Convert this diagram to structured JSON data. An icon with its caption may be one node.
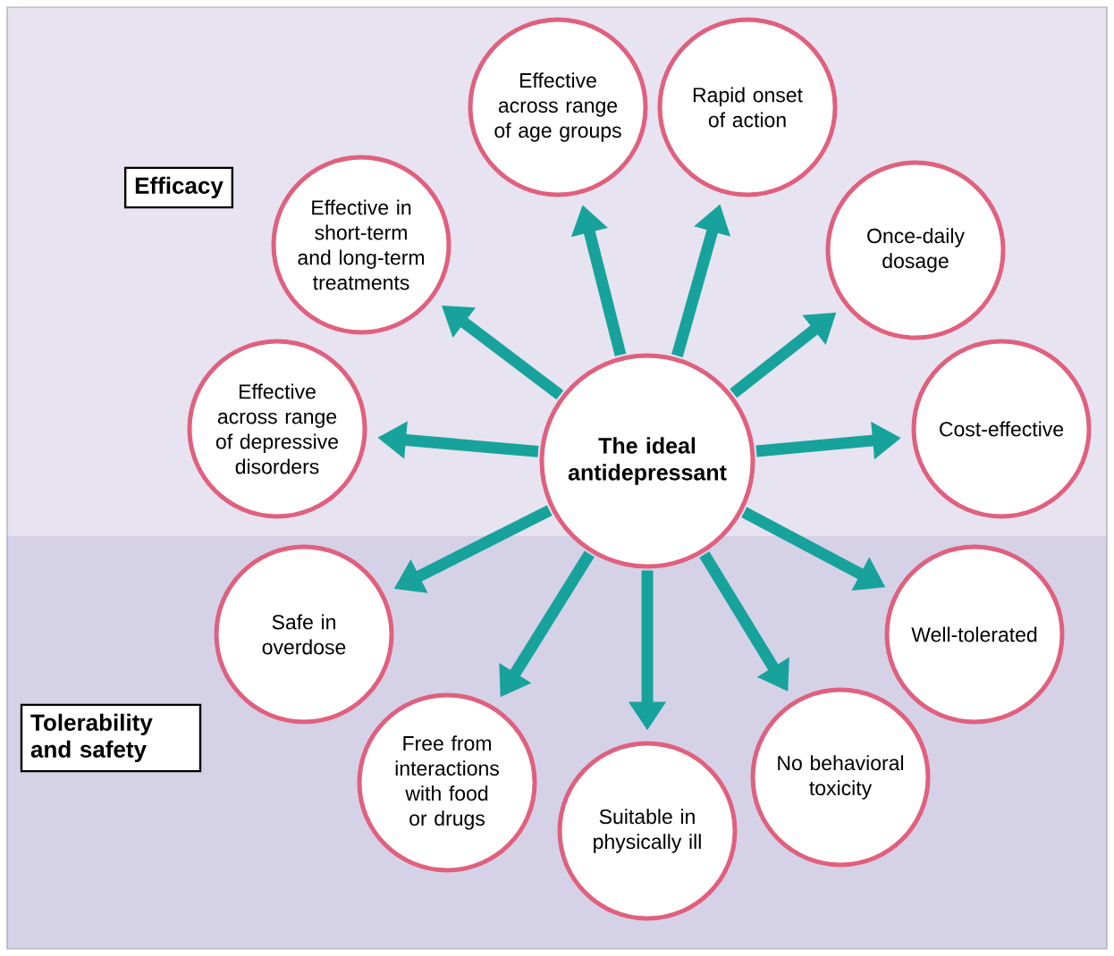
{
  "diagram": {
    "nodes": [
      {
        "text": [
          "Efficacy"
        ]
      },
      {
        "text": [
          "Tolerability and safety"
        ]
      },
      {
        "text": [
          "The ideal antidepressant"
        ]
      },
      {
        "text": [
          "Effective in short-term and long-term treatments"
        ]
      },
      {
        "text": [
          "Effective across range of age groups"
        ]
      },
      {
        "text": [
          "Rapid onset of action"
        ]
      },
      {
        "text": [
          "Once-daily dosage"
        ]
      },
      {
        "text": [
          "Effective across range of depressive disorders"
        ]
      },
      {
        "text": [
          "Cost-effective"
        ]
      },
      {
        "text": [
          "Safe in overdose"
        ]
      },
      {
        "text": [
          "Well-tolerated"
        ]
      },
      {
        "text": [
          "Free from interactions with food or drugs"
        ]
      },
      {
        "text": [
          "No behavioral toxicity"
        ]
      },
      {
        "text": [
          "Suitable in physically ill"
        ]
      }
    ],
    "edges": [
      {
        "from": 2,
        "to": 3,
        "arrow": "to"
      },
      {
        "from": 2,
        "to": 4,
        "arrow": "to"
      },
      {
        "from": 2,
        "to": 5,
        "arrow": "to"
      },
      {
        "from": 2,
        "to": 6,
        "arrow": "to"
      },
      {
        "from": 2,
        "to": 7,
        "arrow": "to"
      },
      {
        "from": 2,
        "to": 8,
        "arrow": "to"
      },
      {
        "from": 2,
        "to": 9,
        "arrow": "to"
      },
      {
        "from": 2,
        "to": 10,
        "arrow": "to"
      },
      {
        "from": 2,
        "to": 11,
        "arrow": "to"
      },
      {
        "from": 2,
        "to": 12,
        "arrow": "to"
      },
      {
        "from": 2,
        "to": 13,
        "arrow": "to"
      }
    ]
  }
}
